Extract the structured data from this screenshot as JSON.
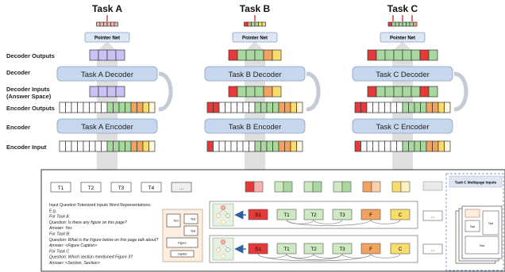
{
  "tasks": [
    {
      "title": "Task A",
      "decoder_label": "Task A Decoder",
      "encoder_label": "Task A Encoder",
      "pointer_label": "Pointer Net"
    },
    {
      "title": "Task B",
      "decoder_label": "Task B Decoder",
      "encoder_label": "Task B Encoder",
      "pointer_label": "Pointer Net"
    },
    {
      "title": "Task C",
      "decoder_label": "Task C Decoder",
      "encoder_label": "Task C Encoder",
      "pointer_label": "Pointer Net"
    }
  ],
  "row_labels": {
    "decoder_outputs": "Decoder Outputs",
    "decoder": "Decoder",
    "decoder_inputs_1": "Decoder Inputs",
    "decoder_inputs_2": "(Answer Space)",
    "encoder_outputs": "Encoder Outputs",
    "encoder": "Encoder",
    "encoder_input": "Encoder Input"
  },
  "bottom": {
    "token_labels": [
      "T1",
      "T2",
      "T3",
      "T4",
      "..."
    ],
    "text_lines": [
      "Input Question Tokenized Inputs Word Representations:",
      "E.g.",
      "For Task A:",
      "Question: Is there any figure on this page?",
      "Answer: Yes",
      "For Task B:",
      "Question: What is the Figure below on this page talk about?",
      "Answer: <Figure Caption>",
      "For Task C",
      "Question: Which section mentioned Figure 3?",
      "Answer: <Section, Section>"
    ],
    "doc_labels": {
      "text1": "Text",
      "text2": "Text",
      "text3": "Text",
      "figure": "Figure",
      "caption": "Caption"
    },
    "graph_row1": [
      "S1",
      "T1",
      "T2",
      "T3",
      "F",
      "C"
    ],
    "graph_row2": [
      "S1",
      "T1",
      "T2",
      "T3",
      "F",
      "C"
    ],
    "ellipsis": "...",
    "multipage_label": "Task C Multipage Inputs",
    "multipage_text": [
      "Text",
      "Text",
      "Text"
    ]
  },
  "colors": {
    "purple": "#c9c3f5",
    "red": "#e63a3a",
    "green": "#a8d8a0",
    "light_green": "#cfe8c4",
    "orange": "#f2a45f",
    "yellow": "#f8dd6a",
    "light_red": "#f5b4ae",
    "block_blue": "#c7d8ee",
    "arrow_gray": "#d9d9d9"
  }
}
